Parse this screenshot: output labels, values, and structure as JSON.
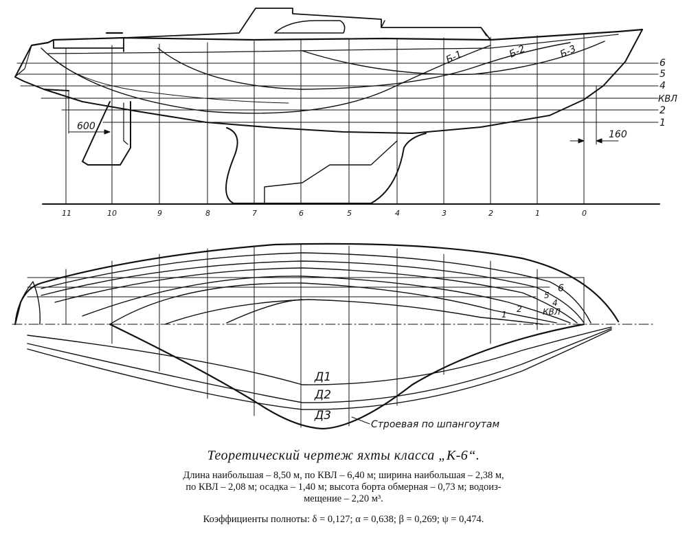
{
  "profile": {
    "buttock_labels": [
      "Б-1",
      "Б-2",
      "Б-3"
    ],
    "waterline_labels": [
      "6",
      "5",
      "4",
      "КВЛ",
      "2",
      "1"
    ],
    "station_labels": [
      "11",
      "10",
      "9",
      "8",
      "7",
      "6",
      "5",
      "4",
      "3",
      "2",
      "1",
      "0"
    ],
    "dim_aft": "600",
    "dim_fwd": "160"
  },
  "plan": {
    "waterline_labels": [
      "6",
      "5",
      "4",
      "КВЛ",
      "2",
      "1"
    ],
    "diagonal_labels": [
      "Д1",
      "Д2",
      "Д3"
    ],
    "curve_label": "Строевая по шпангоутам"
  },
  "caption": {
    "title": "Теоретический чертеж яхты класса „К-6“.",
    "dims_line1": "Длина наибольшая – 8,50 м, по КВЛ – 6,40 м; ширина наибольшая – 2,38 м,",
    "dims_line2": "по КВЛ – 2,08 м; осадка – 1,40 м; высота борта обмерная – 0,73 м; водоиз-",
    "dims_line3": "мещение – 2,20 м³.",
    "coefficients": "Коэффициенты полноты: δ = 0,127; α = 0,638; β = 0,269; ψ = 0,474."
  }
}
